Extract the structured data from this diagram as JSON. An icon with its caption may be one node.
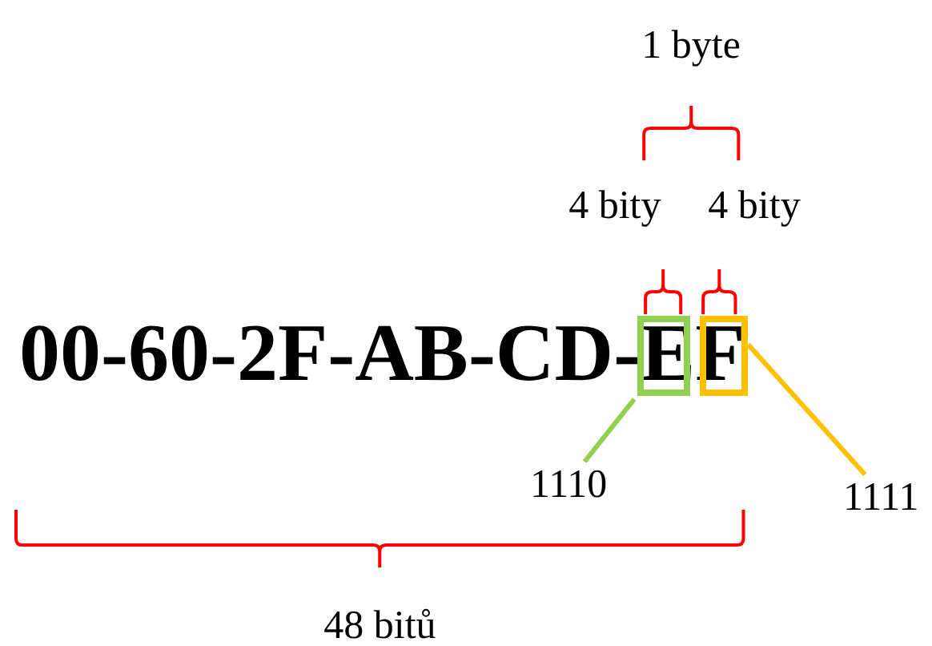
{
  "diagram": {
    "nodes": [
      {
        "text": [
          "1110"
        ]
      },
      {
        "text": [],
        "shape": "box"
      },
      {
        "text": [],
        "shape": "box"
      },
      {
        "text": [
          "1111"
        ]
      }
    ],
    "edges": [
      {
        "from": 0,
        "to": 1,
        "arrow": "none",
        "color": "#92d050"
      },
      {
        "from": 3,
        "to": 2,
        "arrow": "none",
        "color": "#ffc000"
      }
    ],
    "labels": [
      "1 byte",
      "4 bity",
      "4 bity",
      "00-60-2F-AB-CD-EF",
      "48 bitů"
    ]
  }
}
